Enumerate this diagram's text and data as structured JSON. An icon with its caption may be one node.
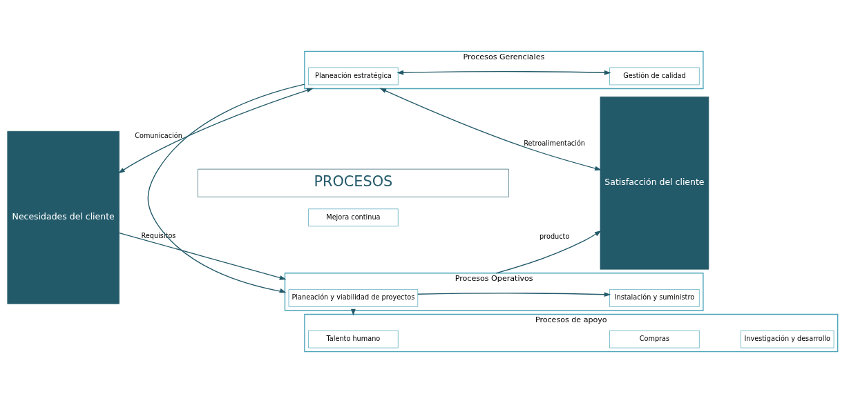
{
  "diagram": {
    "nodes": [
      {
        "text": [
          "PROCESOS"
        ]
      },
      {
        "text": [
          "Necesidades del cliente"
        ]
      },
      {
        "text": [
          "Procesos Gerenciales"
        ]
      },
      {
        "text": [
          "Planeación estratégica"
        ],
        "in": 2
      },
      {
        "text": [
          "Gestión de calidad"
        ],
        "in": 2
      },
      {
        "text": [
          "Procesos Operativos"
        ]
      },
      {
        "text": [
          "Planeación y viabilidad de proyectos"
        ],
        "in": 5
      },
      {
        "text": [
          "Instalación y suministro"
        ],
        "in": 5
      },
      {
        "text": [
          "Procesos de apoyo"
        ]
      },
      {
        "text": [
          "Talento humano"
        ],
        "in": 8
      },
      {
        "text": [
          "Compras"
        ],
        "in": 8
      },
      {
        "text": [
          "Investigación y desarrollo"
        ],
        "in": 8
      },
      {
        "text": [
          "Mejora continua"
        ]
      },
      {
        "text": [
          "Satisfacción del cliente"
        ]
      }
    ],
    "edges": [
      {
        "from": 1,
        "to": 2,
        "arrow": "both",
        "label": "Comunicación"
      },
      {
        "from": 2,
        "to": 13,
        "arrow": "both",
        "label": "Retroalimentación"
      },
      {
        "from": 3,
        "to": 4,
        "arrow": "both"
      },
      {
        "from": 2,
        "to": 5,
        "arrow": "to"
      },
      {
        "from": 1,
        "to": 5,
        "arrow": "to",
        "label": "Requisitos"
      },
      {
        "from": 5,
        "to": 13,
        "arrow": "to",
        "label": "producto"
      },
      {
        "from": 6,
        "to": 7,
        "arrow": "to"
      },
      {
        "from": 5,
        "to": 8,
        "arrow": "to"
      }
    ]
  }
}
